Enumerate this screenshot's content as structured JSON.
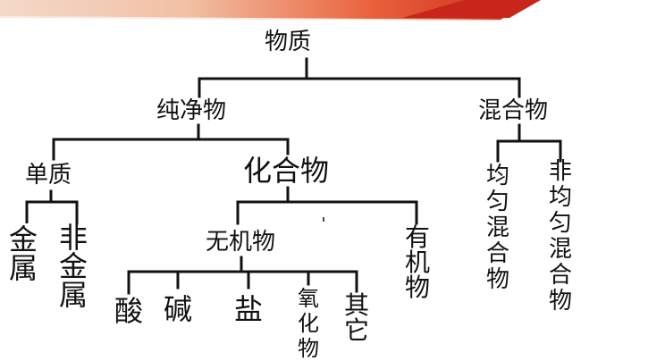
{
  "colors": {
    "banner_red": "#c8251b",
    "banner_orange": "#e85a2a",
    "line": "#111111",
    "text": "#111111"
  },
  "tree": {
    "root": "物质",
    "pure": "纯净物",
    "mixture": "混合物",
    "element": "单质",
    "compound": "化合物",
    "metal": "金属",
    "nonmetal": "非金属",
    "inorganic": "无机物",
    "organic": "有机物",
    "acid": "酸",
    "base": "碱",
    "salt": "盐",
    "oxide": "氧化物",
    "other": "其它",
    "homogeneous": "均匀混合物",
    "heterogeneous": "非均匀混合物"
  }
}
